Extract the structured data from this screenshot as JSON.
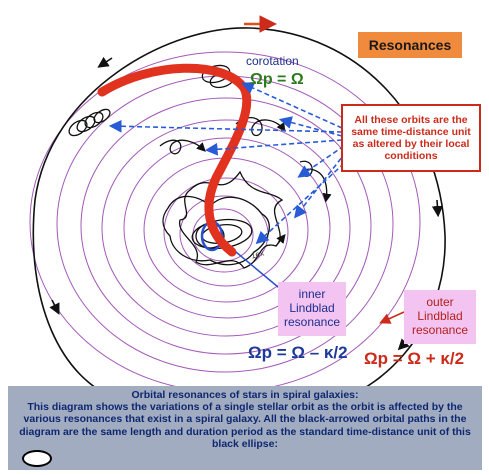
{
  "title": "Resonances",
  "note": "All these orbits are the same time-distance unit as altered by their local conditions",
  "corotation": {
    "label": "corotation",
    "formula": "Ωp = Ω"
  },
  "inner_lindblad": {
    "label": "inner Lindblad resonance",
    "formula": "Ωp = Ω – κ/2"
  },
  "outer_lindblad": {
    "label": "outer Lindblad resonance",
    "formula": "Ωp = Ω + κ/2"
  },
  "small_label": "1ex",
  "caption": {
    "heading": "Orbital resonances of stars in spiral galaxies:",
    "body": "This diagram shows the variations of a single stellar orbit as the orbit is affected by the various resonances that exist in a spiral galaxy. All the black-arrowed orbital paths in the diagram are the same length and duration period as the standard time-distance unit of this black ellipse:"
  },
  "colors": {
    "spiral_arm": "#e0321e",
    "guide_arrows": "#2a5bd6",
    "orbits": "#111111",
    "rings": "#a35ab8",
    "title_bg": "#f08a3c",
    "caption_bg": "#a2acc0",
    "pink_box": "#f3c4f2"
  }
}
